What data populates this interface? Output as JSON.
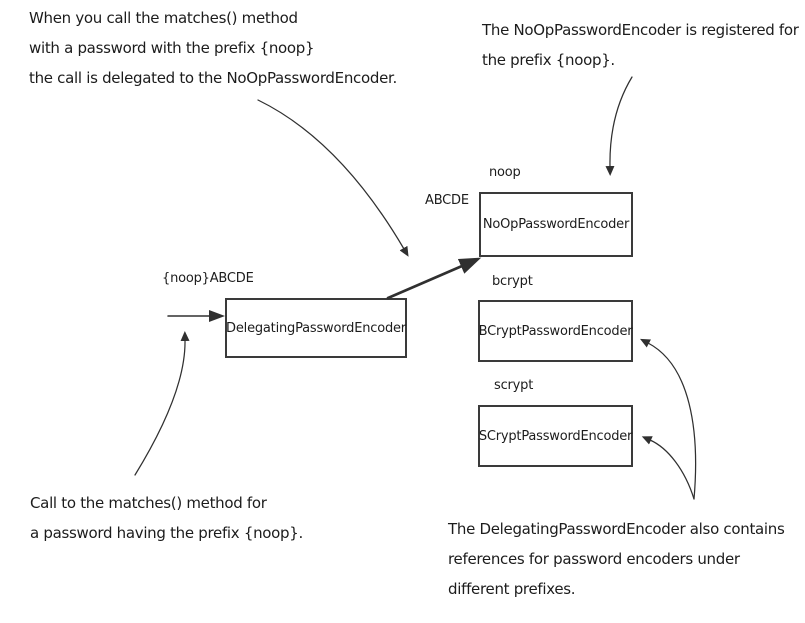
{
  "diagram": {
    "annotations": {
      "top_left": {
        "lines": [
          "When you call the matches() method",
          "with a password with the prefix {noop}",
          "the call is delegated to the NoOpPasswordEncoder."
        ]
      },
      "top_right": {
        "lines": [
          "The NoOpPasswordEncoder is registered for",
          "the prefix {noop}."
        ]
      },
      "bottom_left": {
        "lines": [
          "Call to the matches() method for",
          "a password having the prefix {noop}."
        ]
      },
      "bottom_right": {
        "lines": [
          "The DelegatingPasswordEncoder also contains",
          "references for password encoders under",
          "different prefixes."
        ]
      }
    },
    "nodes": {
      "delegating": {
        "label": "DelegatingPasswordEncoder"
      },
      "noop": {
        "label": "NoOpPasswordEncoder",
        "prefix": "noop"
      },
      "bcrypt": {
        "label": "BCryptPasswordEncoder",
        "prefix": "bcrypt"
      },
      "scrypt": {
        "label": "SCryptPasswordEncoder",
        "prefix": "scrypt"
      }
    },
    "labels": {
      "input_password": "{noop}ABCDE",
      "delegated_password": "ABCDE"
    },
    "colors": {
      "line": "#303030",
      "text": "#1c1c1c",
      "box_border": "#3a3a3a",
      "background": "#ffffff"
    }
  }
}
